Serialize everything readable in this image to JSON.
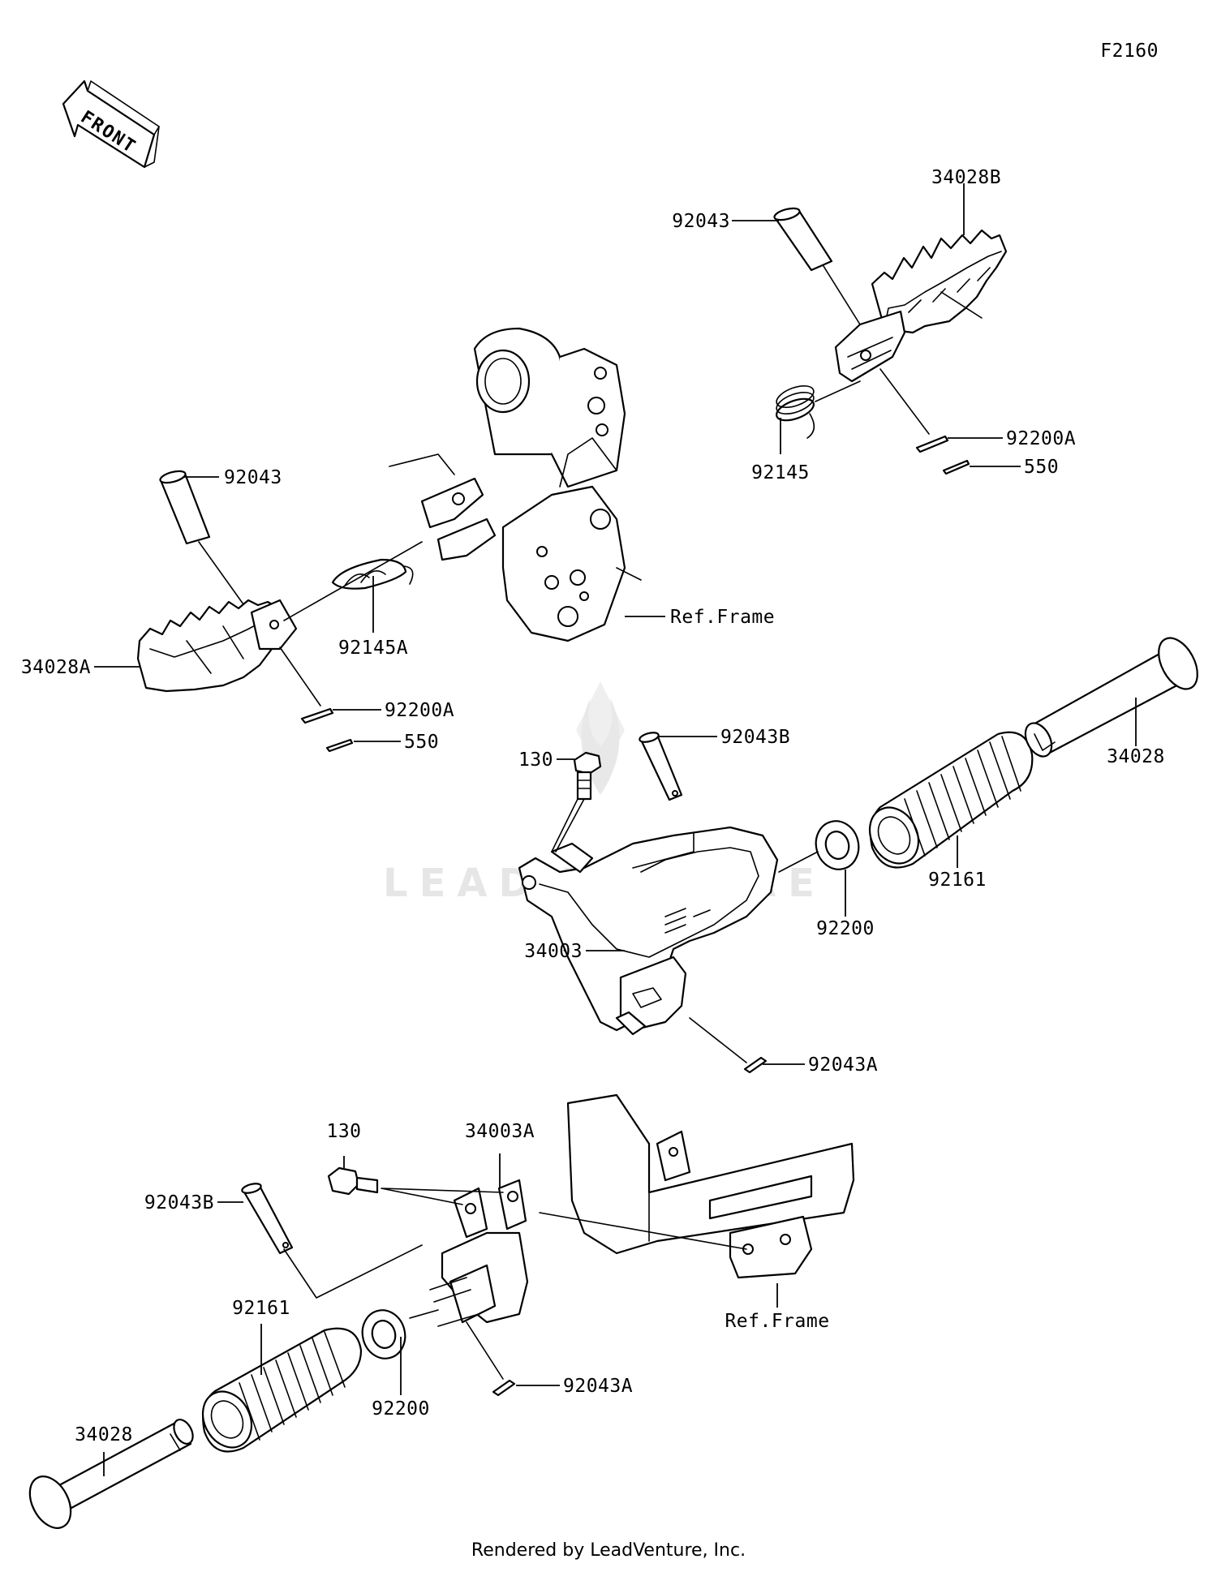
{
  "figure_id": "F2160",
  "front_arrow": {
    "text": "FRONT",
    "icon": "front-direction-arrow-icon"
  },
  "watermark": "LEADVENTURE",
  "footer": "Rendered by LeadVenture, Inc.",
  "labels": {
    "p34028B": "34028B",
    "p92043_r": "92043",
    "p92145": "92145",
    "p92200A_r": "92200A",
    "p550_r": "550",
    "p92043_l": "92043",
    "p92145A": "92145A",
    "p34028A": "34028A",
    "p92200A_l": "92200A",
    "p550_l": "550",
    "ref_frame_1": "Ref.Frame",
    "p130_a": "130",
    "p92043B_a": "92043B",
    "p34028_a": "34028",
    "p92161_a": "92161",
    "p92200_a": "92200",
    "p34003": "34003",
    "p92043A_a": "92043A",
    "p130_b": "130",
    "p34003A": "34003A",
    "p92043B_b": "92043B",
    "p92161_b": "92161",
    "ref_frame_2": "Ref.Frame",
    "p92200_b": "92200",
    "p92043A_b": "92043A",
    "p34028_b": "34028"
  }
}
